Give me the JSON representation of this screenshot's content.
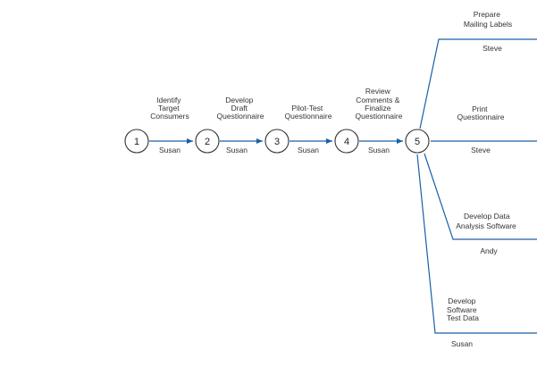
{
  "colors": {
    "edge": "#1a5fa8",
    "node_stroke": "#333333",
    "text": "#333333"
  },
  "nodes": [
    {
      "id": "1",
      "label": "1"
    },
    {
      "id": "2",
      "label": "2"
    },
    {
      "id": "3",
      "label": "3"
    },
    {
      "id": "4",
      "label": "4"
    },
    {
      "id": "5",
      "label": "5"
    }
  ],
  "activities": [
    {
      "key": "identify",
      "task": [
        "Identify",
        "Target",
        "Consumers"
      ],
      "person": "Susan"
    },
    {
      "key": "draft",
      "task": [
        "Develop",
        "Draft",
        "Questionnaire"
      ],
      "person": "Susan"
    },
    {
      "key": "pilot",
      "task": [
        "Pilot-Test",
        "Questionnaire"
      ],
      "person": "Susan"
    },
    {
      "key": "review",
      "task": [
        "Review",
        "Comments &",
        "Finalize",
        "Questionnaire"
      ],
      "person": "Susan"
    },
    {
      "key": "mailing",
      "task": [
        "Prepare",
        "Mailing Labels"
      ],
      "person": "Steve"
    },
    {
      "key": "print",
      "task": [
        "Print",
        "Questionnaire"
      ],
      "person": "Steve"
    },
    {
      "key": "software",
      "task": [
        "Develop Data",
        "Analysis Software"
      ],
      "person": "Andy"
    },
    {
      "key": "testdata",
      "task": [
        "Develop",
        "Software",
        "Test Data"
      ],
      "person": "Susan"
    }
  ]
}
